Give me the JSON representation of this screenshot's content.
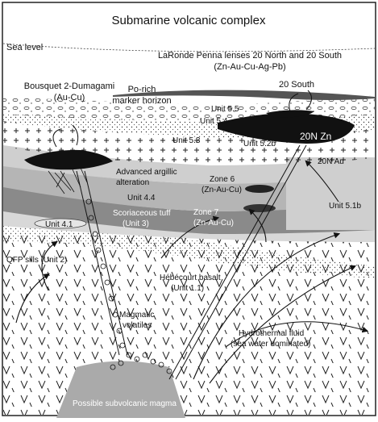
{
  "title": "Submarine volcanic complex",
  "sea_level": "Sea level",
  "laronde": {
    "line1": "LaRonde Penna lenses 20 North and 20 South",
    "line2": "(Zn-Au-Cu-Ag-Pb)"
  },
  "bousquet": {
    "line1": "Bousquet 2-Dumagami",
    "line2": "(Au-Cu)"
  },
  "marker": {
    "line1": "Po-rich",
    "line2": "marker horizon"
  },
  "units": {
    "u55": "Unit 5.5",
    "u54": "Unit 5.4",
    "u53": "Unit 5.3",
    "u52b": "Unit 5.2b",
    "u44": "Unit 4.4",
    "u41": "Unit 4.1",
    "u51b": "Unit 5.1b"
  },
  "south20": "20 South",
  "zn20n": "20N Zn",
  "au20n": "20N Au",
  "argillic": {
    "line1": "Advanced argillic",
    "line2": "alteration"
  },
  "zone6": {
    "line1": "Zone 6",
    "line2": "(Zn-Au-Cu)"
  },
  "zone7": {
    "line1": "Zone 7",
    "line2": "(Zn-Au-Cu)"
  },
  "scoria": {
    "line1": "Scoriaceous tuff",
    "line2": "(Unit 3)"
  },
  "qfp": "QFP sills (Unit 2)",
  "hebecourt": {
    "line1": "Hébécourt basalt",
    "line2": "(Unit 1.1)"
  },
  "magmatic": {
    "line1": "Magmatic",
    "line2": "volatiles"
  },
  "hydro": {
    "line1": "Hydrothermal fluid",
    "line2": "(sea water dominated)"
  },
  "magma": "Possible subvolcanic magma"
}
